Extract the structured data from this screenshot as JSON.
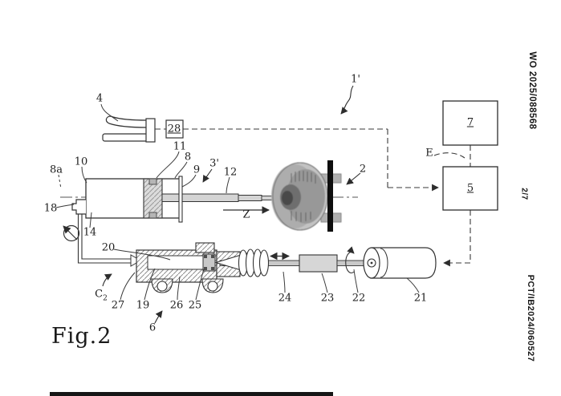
{
  "page": {
    "figure_label": "Fig.2",
    "publication_number": "WO 2025/088568",
    "page_number": "2/7",
    "application_number": "PCT/IB2024/060527"
  },
  "diagram": {
    "type": "patent-schematic",
    "description": "Clutch actuation system: hand lever with sensor, master cylinder, clutch, slave cylinder, electric motor and control units",
    "boxes": {
      "sensor": "28",
      "ecu_top": "7",
      "ecu_bottom": "5"
    },
    "signal_label": "E",
    "axis_label": "Z",
    "chamber_label_main": "C",
    "chamber_label_sub": "2",
    "ref_labels": {
      "n1p": "1'",
      "n2": "2",
      "n3p": "3'",
      "n4": "4",
      "n6": "6",
      "n8": "8",
      "n8a": "8a",
      "n9": "9",
      "n10": "10",
      "n11": "11",
      "n12": "12",
      "n14": "14",
      "n18": "18",
      "n19": "19",
      "n20": "20",
      "n21": "21",
      "n22": "22",
      "n23": "23",
      "n24": "24",
      "n25": "25",
      "n26": "26",
      "n27": "27"
    }
  }
}
